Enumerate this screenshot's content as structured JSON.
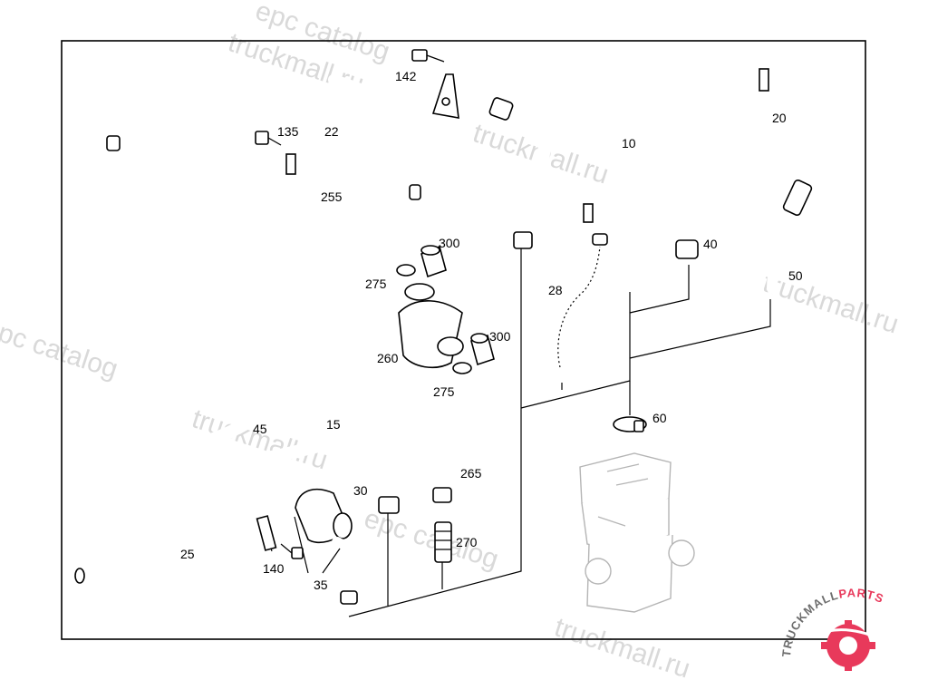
{
  "watermark": {
    "brand": "truckmall.ru",
    "tail": "epc catalog",
    "color": "#d9d9d9"
  },
  "logo": {
    "word_a": "TRUCKMALL",
    "word_b": "PARTS",
    "color_a": "#6e6e6e",
    "color_b": "#e8395b",
    "icon": "gear-icon"
  },
  "callouts": {
    "p10": "10",
    "p15": "15",
    "p20": "20",
    "p22": "22",
    "p25": "25",
    "p28": "28",
    "p30": "30",
    "p35": "35",
    "p40": "40",
    "p45": "45",
    "p50": "50",
    "p60": "60",
    "p135": "135",
    "p140": "140",
    "p142": "142",
    "p255": "255",
    "p260": "260",
    "p265": "265",
    "p270": "270",
    "p275a": "275",
    "p275b": "275",
    "p300a": "300",
    "p300b": "300"
  }
}
